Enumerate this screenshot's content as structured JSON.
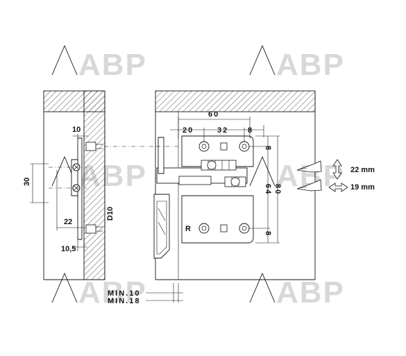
{
  "watermark": "ABP",
  "left_view": {
    "dim_top": "10",
    "dim_vertical": "30",
    "dim_bottom_inner": "22",
    "dim_drill": "D10",
    "dim_bottom": "10,5"
  },
  "right_view": {
    "dim_total_width": "60",
    "dim_seg1": "20",
    "dim_seg2": "32",
    "dim_seg3": "8",
    "dim_top_offset": "8",
    "dim_bottom_offset": "8",
    "dim_hole_spacing": "64",
    "dim_height": "80",
    "side_mark": "R"
  },
  "adjustments": {
    "vertical": "22 mm",
    "lateral": "19 mm"
  },
  "min_labels": {
    "min_a": "MIN.10",
    "min_b": "MIN.18"
  }
}
